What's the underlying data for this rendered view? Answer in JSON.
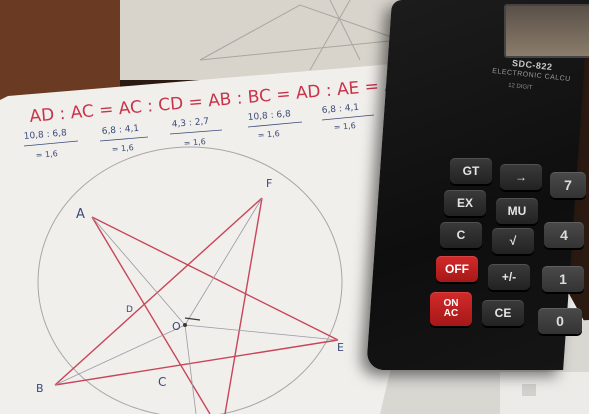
{
  "handwriting": {
    "equation_line": "AD : AC = AC : CD = AB : BC = AD : AE = AE : EC",
    "ratios": [
      {
        "pair": "10,8 : 6,8",
        "result": "= 1,6"
      },
      {
        "pair": "6,8 : 4,1",
        "result": "= 1,6"
      },
      {
        "pair": "4,3 : 2,7",
        "result": "= 1,6"
      },
      {
        "pair": "10,8 : 6,8",
        "result": "= 1,6"
      },
      {
        "pair": "6,8 : 4,1",
        "result": "= 1,6"
      }
    ]
  },
  "diagram": {
    "vertex_labels": {
      "A": "A",
      "B": "B",
      "C": "C",
      "D": "D",
      "E": "E",
      "F": "F",
      "O": "O"
    }
  },
  "calculator": {
    "brand": "SDC-822",
    "subtitle": "ELECTRONIC CALCU",
    "subtitle2": "12 DIGIT",
    "keys": {
      "gt": "GT",
      "arrow": "→",
      "ex": "EX",
      "mu": "MU",
      "c": "C",
      "sqrt": "√",
      "off": "OFF",
      "plusminus": "+/-",
      "on": "ON",
      "ac": "AC",
      "ce": "CE",
      "n7": "7",
      "n4": "4",
      "n1": "1",
      "n0": "0"
    }
  },
  "colors": {
    "paper": "#f4f2ee",
    "ink_red": "#c8334a",
    "ink_blue": "#3a4a7a",
    "pencil": "#9c9a98",
    "calculator_body": "#141414",
    "key_red": "#c22020"
  }
}
